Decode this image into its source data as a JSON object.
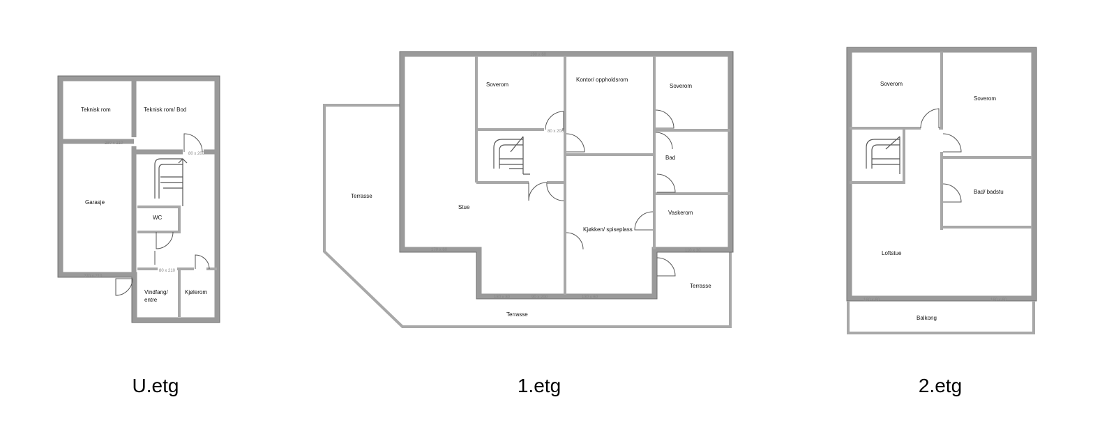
{
  "floors": [
    {
      "title": "U.etg",
      "rooms": {
        "teknisk_rom": "Teknisk rom",
        "teknisk_rom_bod": "Teknisk rom/ Bod",
        "garasje": "Garasje",
        "wc": "WC",
        "vindfang_entre": "Vindfang/ entre",
        "kjolerom": "Kjølerom"
      }
    },
    {
      "title": "1.etg",
      "rooms": {
        "soverom_a": "Soverom",
        "kontor": "Kontor/ oppholdsrom",
        "soverom_b": "Soverom",
        "bad": "Bad",
        "terrasse_west": "Terrasse",
        "stue": "Stue",
        "vaskerom": "Vaskerom",
        "kjokken": "Kjøkken/ spiseplass",
        "terrasse_east": "Terrasse",
        "terrasse_south": "Terrasse"
      }
    },
    {
      "title": "2.etg",
      "rooms": {
        "soverom_a": "Soverom",
        "soverom_b": "Soverom",
        "bad_badstu": "Bad/ badstu",
        "loftstue": "Loftstue",
        "balkong": "Balkong"
      }
    }
  ]
}
